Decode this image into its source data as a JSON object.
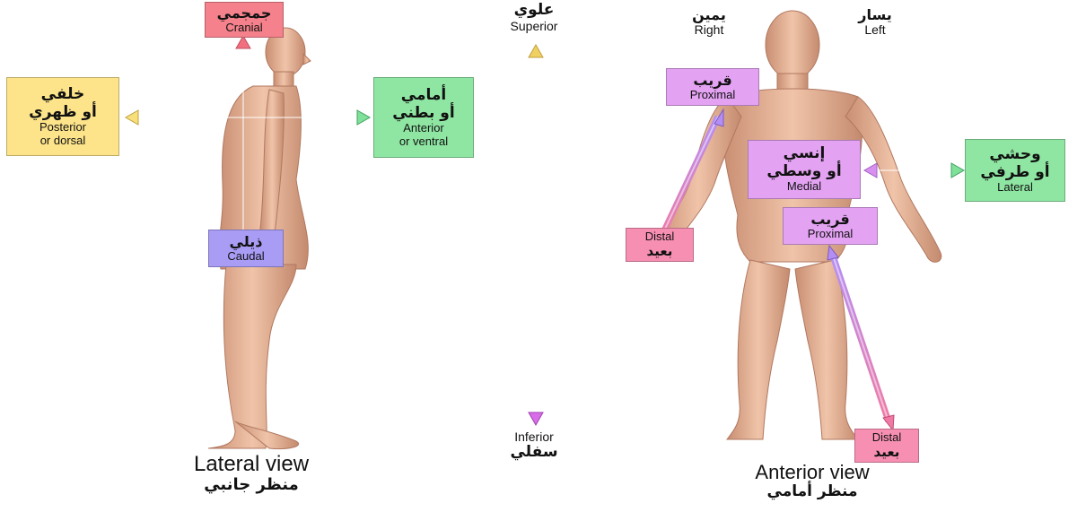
{
  "colors": {
    "cranial_box": "#f4818b",
    "caudal_box": "#a99cf5",
    "posterior_box": "#fde48a",
    "anterior_box": "#8fe6a3",
    "proximal_box": "#e3a3f2",
    "distal_box": "#f78fb3",
    "lateral_box": "#8fe6a3",
    "medial_box": "#e3a3f2",
    "skin": "#e8b59a"
  },
  "lateral": {
    "cranial": {
      "ar": "جمجمي",
      "en": "Cranial"
    },
    "caudal": {
      "ar": "ذيلي",
      "en": "Caudal"
    },
    "posterior": {
      "ar1": "خلفي",
      "ar2": "أو ظهري",
      "en1": "Posterior",
      "en2": "or dorsal"
    },
    "anterior": {
      "ar1": "أمامي",
      "ar2": "أو بطني",
      "en1": "Anterior",
      "en2": "or ventral"
    },
    "caption_en": "Lateral view",
    "caption_ar": "منظر جانبي"
  },
  "axis": {
    "superior_ar": "علوي",
    "superior_en": "Superior",
    "inferior_en": "Inferior",
    "inferior_ar": "سفلي"
  },
  "anterior_view": {
    "right_ar": "يمين",
    "right_en": "Right",
    "left_ar": "يسار",
    "left_en": "Left",
    "proximal_arm": {
      "ar": "قريب",
      "en": "Proximal"
    },
    "distal_arm": {
      "en": "Distal",
      "ar": "بعيد"
    },
    "medial": {
      "ar1": "إنسي",
      "ar2": "أو وسطي",
      "en": "Medial"
    },
    "lateral": {
      "ar1": "وحشي",
      "ar2": "أو طرفي",
      "en": "Lateral"
    },
    "proximal_leg": {
      "ar": "قريب",
      "en": "Proximal"
    },
    "distal_leg": {
      "en": "Distal",
      "ar": "بعيد"
    },
    "caption_en": "Anterior view",
    "caption_ar": "منظر أمامي"
  }
}
